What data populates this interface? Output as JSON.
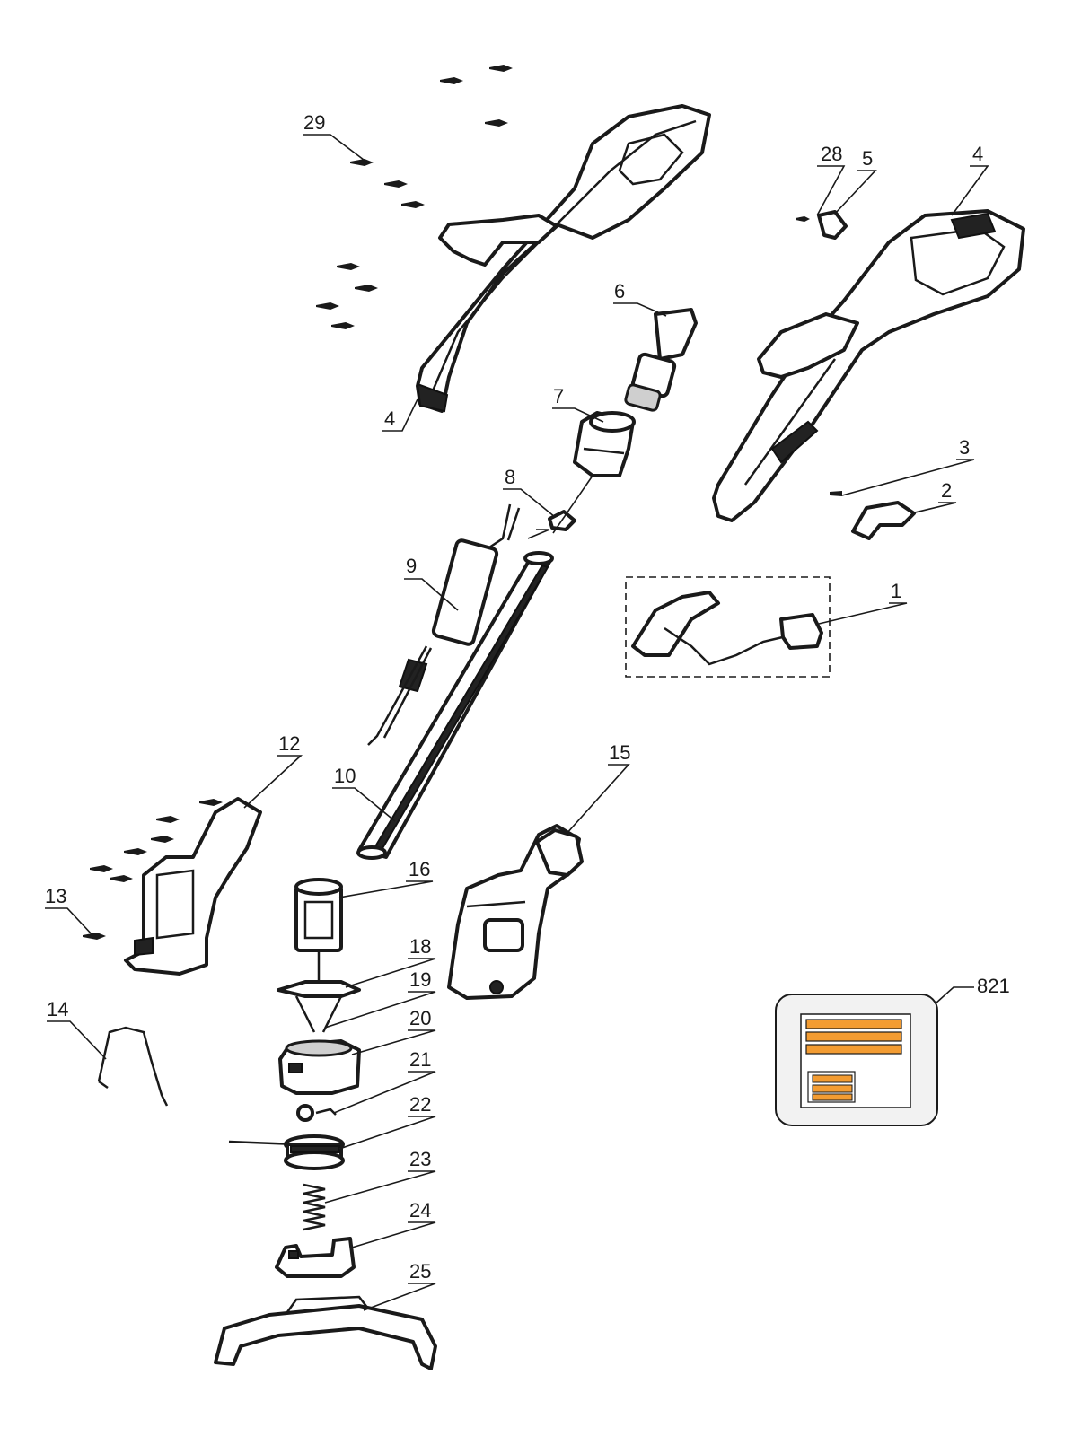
{
  "labels": {
    "l29": "29",
    "l28": "28",
    "l5": "5",
    "l4a": "4",
    "l4b": "4",
    "l6": "6",
    "l7": "7",
    "l8": "8",
    "l3": "3",
    "l2": "2",
    "l9": "9",
    "l1": "1",
    "l12": "12",
    "l15": "15",
    "l10": "10",
    "l16": "16",
    "l13": "13",
    "l18": "18",
    "l19": "19",
    "l20": "20",
    "l14": "14",
    "l21": "21",
    "l22": "22",
    "l23": "23",
    "l24": "24",
    "l25": "25",
    "l821": "821"
  },
  "colors": {
    "line": "#1a1a1a",
    "label_accent": "#f39c32",
    "label_card_bg": "#f2f2f2"
  }
}
